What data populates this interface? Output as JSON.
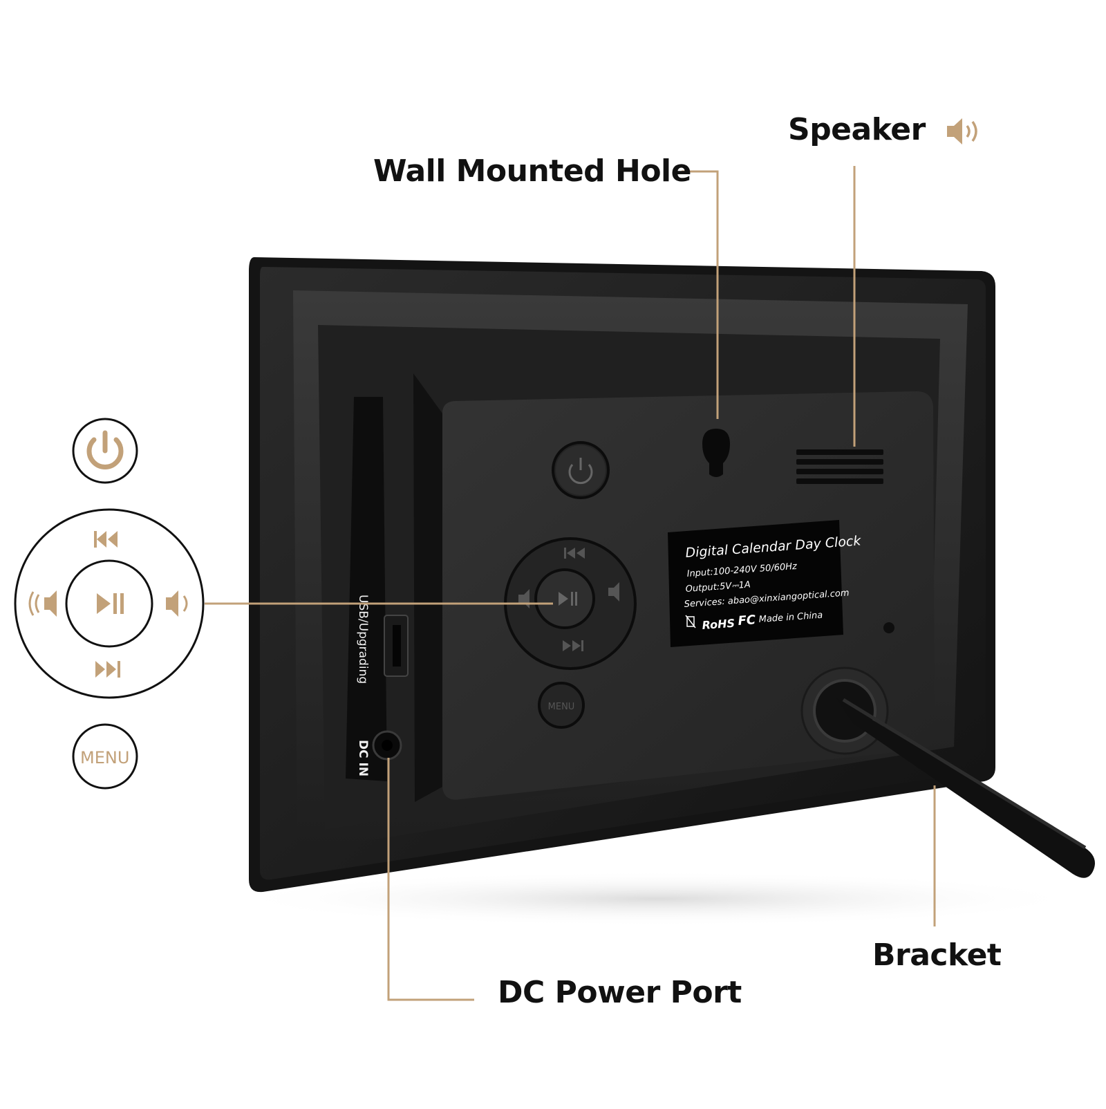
{
  "callouts": {
    "wall_mounted_hole": "Wall Mounted Hole",
    "speaker": "Speaker",
    "dc_power_port": "DC Power Port",
    "bracket": "Bracket"
  },
  "control_legend": {
    "menu": "MENU"
  },
  "device": {
    "label_title": "Digital Calendar Day Clock",
    "label_input": "Input:100-240V 50/60Hz",
    "label_output": "Output:5V⎓1A",
    "label_services": "Services: abao@xinxiangoptical.com",
    "label_rohs": "RoHS",
    "label_fc": "FC",
    "label_made_in": "Made in China",
    "side_usb": "USB/Upgrading",
    "side_dc": "DC IN",
    "button_menu": "MENU"
  },
  "icons": [
    "power-icon",
    "previous-track-icon",
    "play-pause-icon",
    "volume-down-icon",
    "volume-up-icon",
    "next-track-icon",
    "speaker-icon"
  ],
  "colors": {
    "accent": "#c2a179",
    "device_body": "#1c1c1c",
    "device_panel": "#2a2a2a",
    "callout_text": "#111111"
  }
}
